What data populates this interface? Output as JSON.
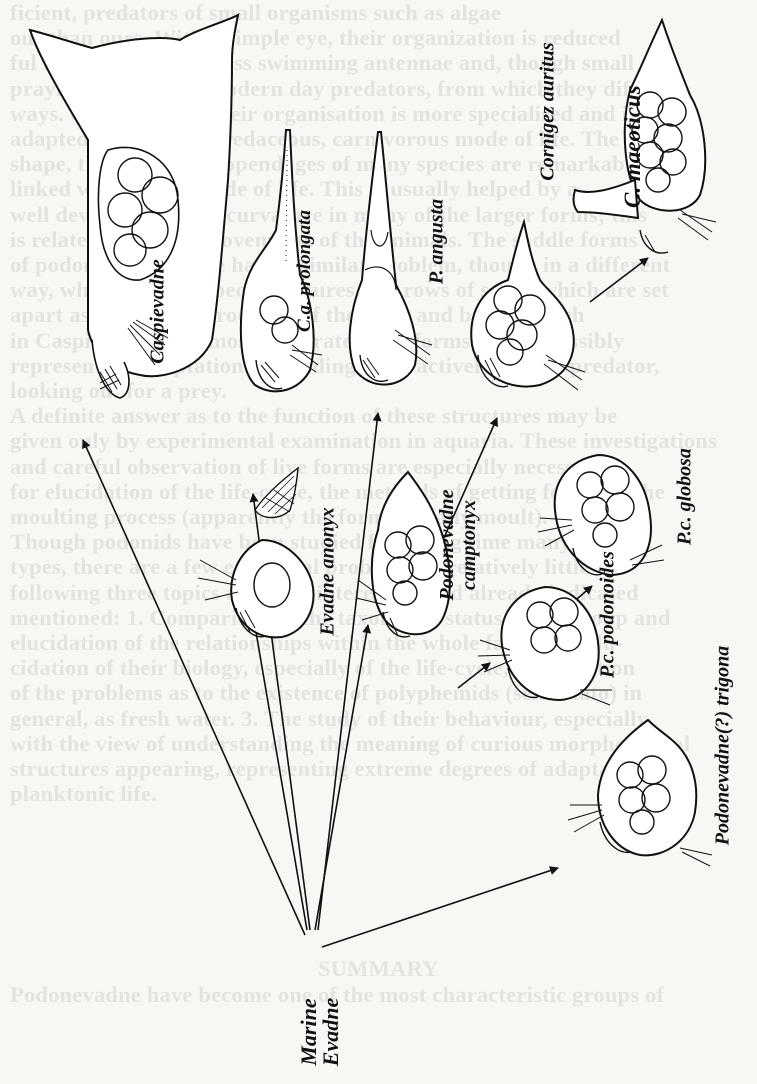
{
  "page_text": [
    "ficient, predators of small organisms such as algae",
    "ous than ours. With a simple eye, their organization is reduced",
    "ful motions; they possess swimming antennae and, though small",
    "praying mantis and modern day predators, from which they differ in",
    "ways. Of all groups, their organisation is more specialised and is",
    "adapted to pursue a predaceous, carnivorous mode of life. The body",
    "shape, the muscular appendages of many species are remarkably",
    "linked with such a mode of life. This is usually helped by a",
    "well developed dorsal curvature in many of the larger forms; this",
    "is related to special movements of the animals. The saddle forms",
    "of podonids, therefore have a similar problem, though in a different",
    "way, which evolved special features and rows of setae, which are set",
    "apart as well as the processes of the body and brood-pouch",
    "in Caspievadne, the most elaborate of all forms, might possibly",
    "represent an adaptation for feeding of an actively mobile predator,",
    "looking out for a prey.",
    "A definite answer as to the function of these structures may be",
    "given only by experimental examination in aquaria. These investigations",
    "and careful observation of live forms are especially necessary",
    "for elucidation of the life-cycle, the methods of getting food and the",
    "moulting process (apparently the forms usually moult).",
    "Though podonids have been studied for a long time many",
    "types, there are a few ecological problems of relatively little",
    "following three topics are most interesting and already indicated",
    "mentioned: 1. Comparison of the taxonomic status of the group and",
    "elucidation of the relationships within the whole family. 2. Elu-",
    "cidation of their biology, especially of the life-cycle, and solution",
    "of the problems as to the existence of polyphemids (sensu lato) in",
    "general, as fresh water. 3. The study of their behaviour, especially",
    "with the view of understanding the meaning of curious morphological",
    "structures appearing, representing extreme degrees of adaptation to",
    "planktonic life.",
    "SUMMARY",
    "Podonevadne have become one of the most characteristic groups of"
  ],
  "labels": {
    "marine_evadne": "Marine\nEvadne",
    "caspievadne": "Caspievadne",
    "ca_prolongata": "C.a. prolongata",
    "p_angusta": "P. angusta",
    "cornigez_auritus": "Cornigez auritus",
    "c_maeoticus": "C. maeoticus",
    "evadne_anonyx": "Evadne anonyx",
    "podonevadne_camptonyx": "Podonevadne\ncamptonyx",
    "pc_globosa": "P.c. globosa",
    "pc_podonoides": "P.c. podonoides",
    "podonevadne_trigona": "Podonevadne(?) trigona"
  }
}
